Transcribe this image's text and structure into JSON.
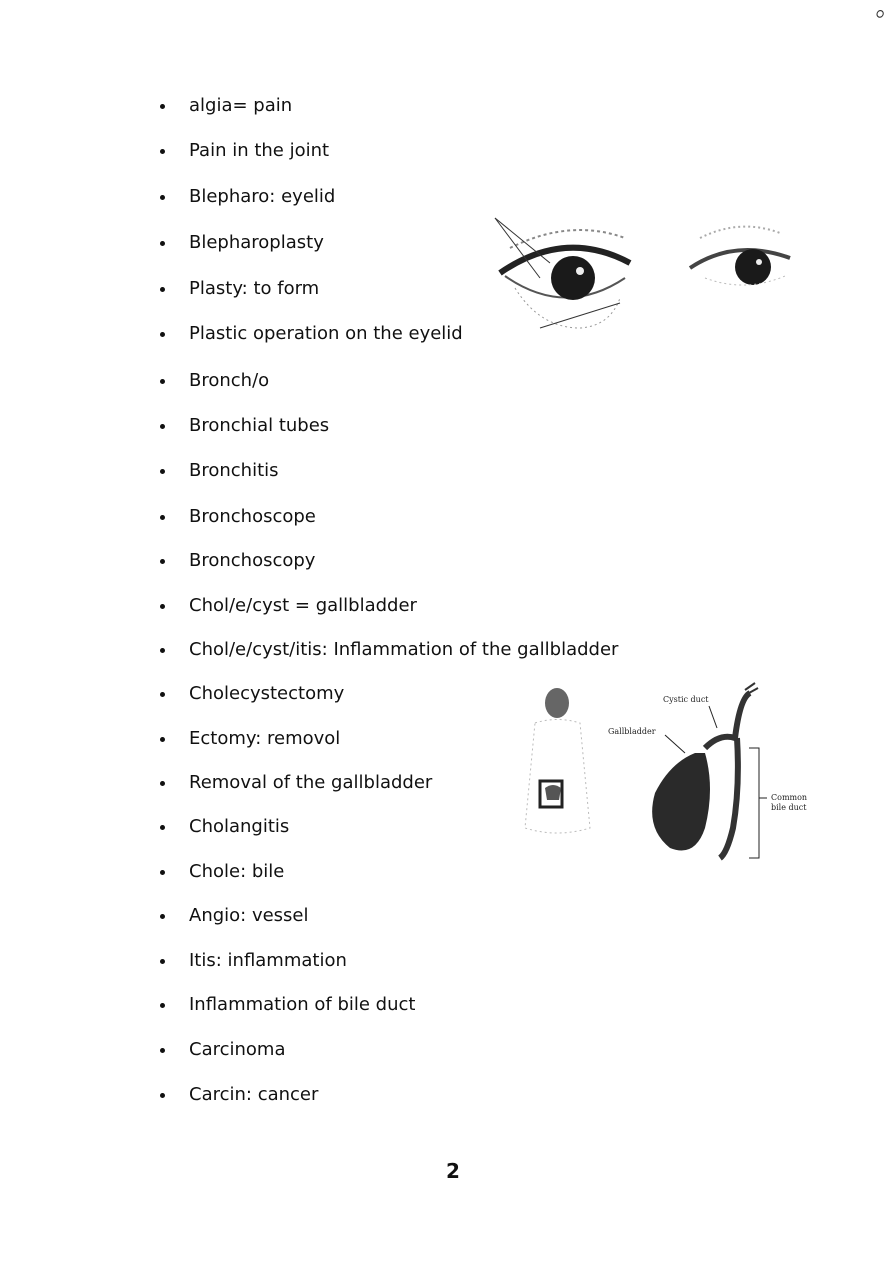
{
  "terms": [
    "algia= pain",
    "Pain in the joint",
    "Blepharo: eyelid",
    "Blepharoplasty",
    "Plasty: to form",
    "Plastic operation on the eyelid",
    "Bronch/o",
    "Bronchial tubes",
    "Bronchitis",
    "Bronchoscope",
    "Bronchoscopy",
    "Chol/e/cyst = gallbladder",
    "Chol/e/cyst/itis: Inflammation of the gallbladder",
    "Cholecystectomy",
    "Ectomy: removol",
    "Removal of the gallbladder",
    "Cholangitis",
    "Chole: bile",
    "Angio: vessel",
    "Itis: inflammation",
    "Inflammation of bile duct",
    "Carcinoma",
    "Carcin: cancer"
  ],
  "gallbladder_figure": {
    "labels": {
      "cystic_duct": "Cystic duct",
      "gallbladder": "Gallbladder",
      "common_bile_duct_line1": "Common",
      "common_bile_duct_line2": "bile duct"
    }
  },
  "page_number": "2",
  "corner_mark": "ㅇ"
}
